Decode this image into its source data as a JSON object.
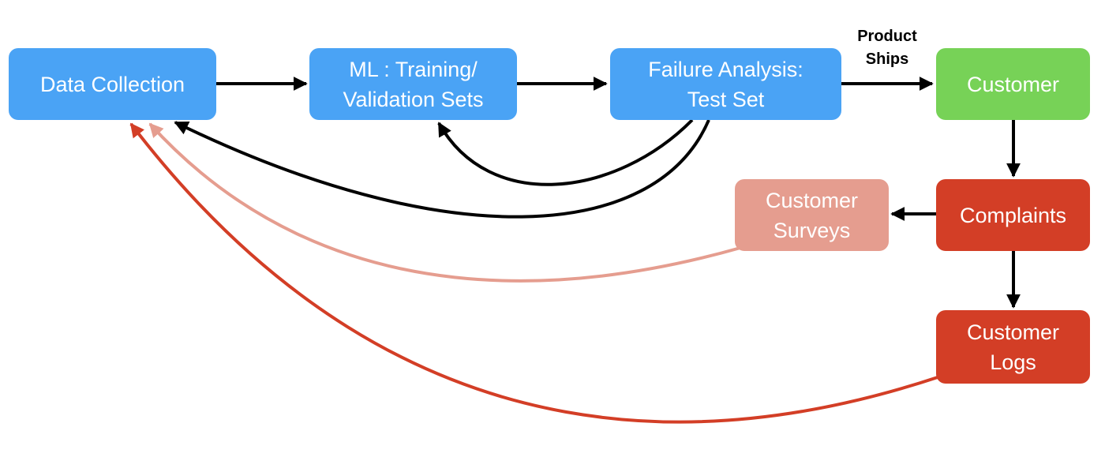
{
  "colors": {
    "process": "#4aa3f5",
    "customer": "#77d257",
    "complaint": "#d33e26",
    "survey": "#e59d8f",
    "arrow_black": "#000000",
    "arrow_red": "#d33e26",
    "arrow_pink": "#e59d8f"
  },
  "nodes": {
    "data_collection": {
      "text": "Data Collection"
    },
    "ml_sets": {
      "line1": "ML : Training/",
      "line2": "Validation Sets"
    },
    "failure_analysis": {
      "line1": "Failure Analysis:",
      "line2": "Test Set"
    },
    "customer": {
      "text": "Customer"
    },
    "complaints": {
      "text": "Complaints"
    },
    "customer_surveys": {
      "line1": "Customer",
      "line2": "Surveys"
    },
    "customer_logs": {
      "line1": "Customer",
      "line2": "Logs"
    }
  },
  "edge_labels": {
    "product_ships": {
      "line1": "Product",
      "line2": "Ships"
    }
  }
}
